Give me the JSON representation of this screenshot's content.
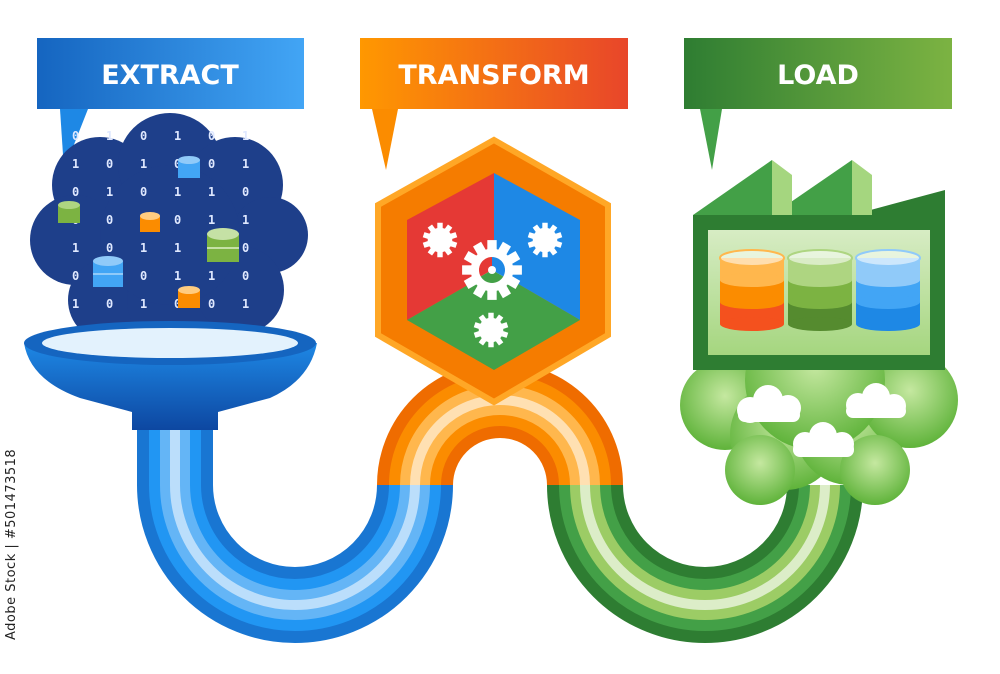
{
  "steps": [
    {
      "label": "EXTRACT",
      "color": "#1a7fc8"
    },
    {
      "label": "TRANSFORM",
      "color": "#f05a28"
    },
    {
      "label": "LOAD",
      "color": "#43a047"
    }
  ],
  "binary_columns": [
    "0100101",
    "1010010",
    "0101101",
    "1010110",
    "0011010",
    "1101001"
  ],
  "watermark": "Adobe Stock | #501473518"
}
